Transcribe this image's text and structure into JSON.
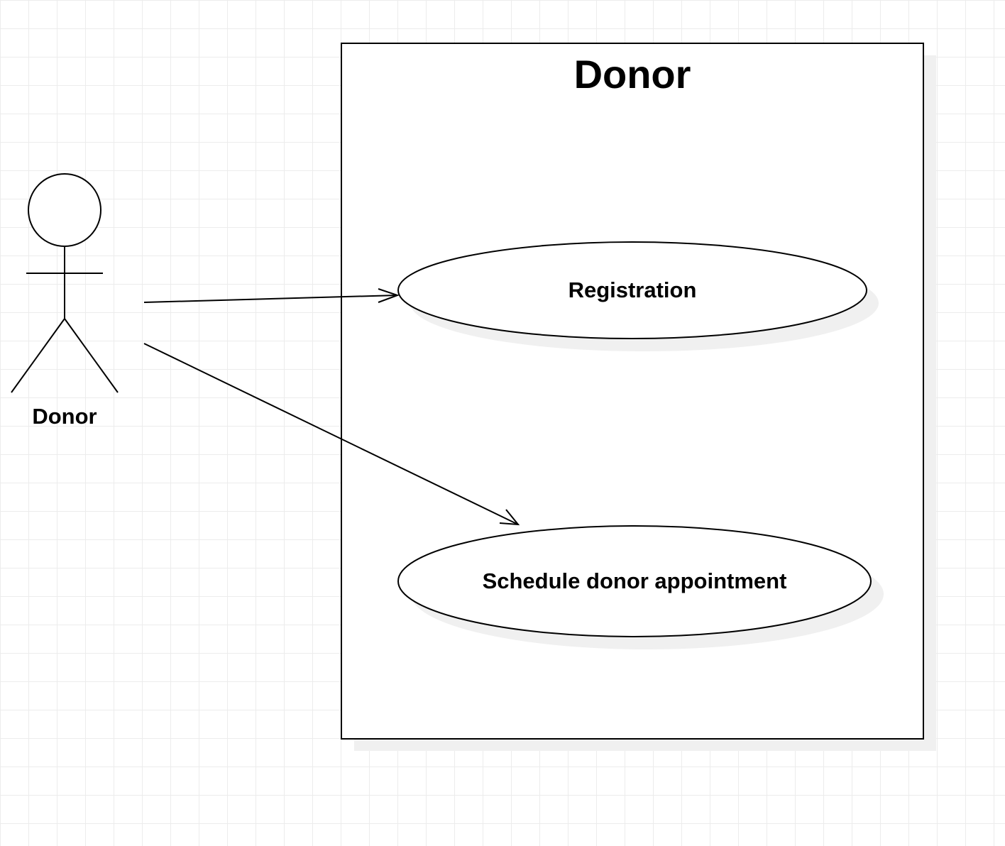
{
  "diagram": {
    "type": "uml-use-case",
    "system_boundary": {
      "title": "Donor"
    },
    "actor": {
      "name": "Donor"
    },
    "use_cases": [
      {
        "label": "Registration"
      },
      {
        "label": "Schedule donor appointment"
      }
    ],
    "associations": [
      {
        "from": "Donor",
        "to": "Registration",
        "style": "open-arrow"
      },
      {
        "from": "Donor",
        "to": "Schedule donor appointment",
        "style": "open-arrow"
      }
    ],
    "colors": {
      "stroke": "#000000",
      "shadow": "#f0f0f0",
      "grid": "#ececec",
      "background": "#ffffff"
    }
  }
}
